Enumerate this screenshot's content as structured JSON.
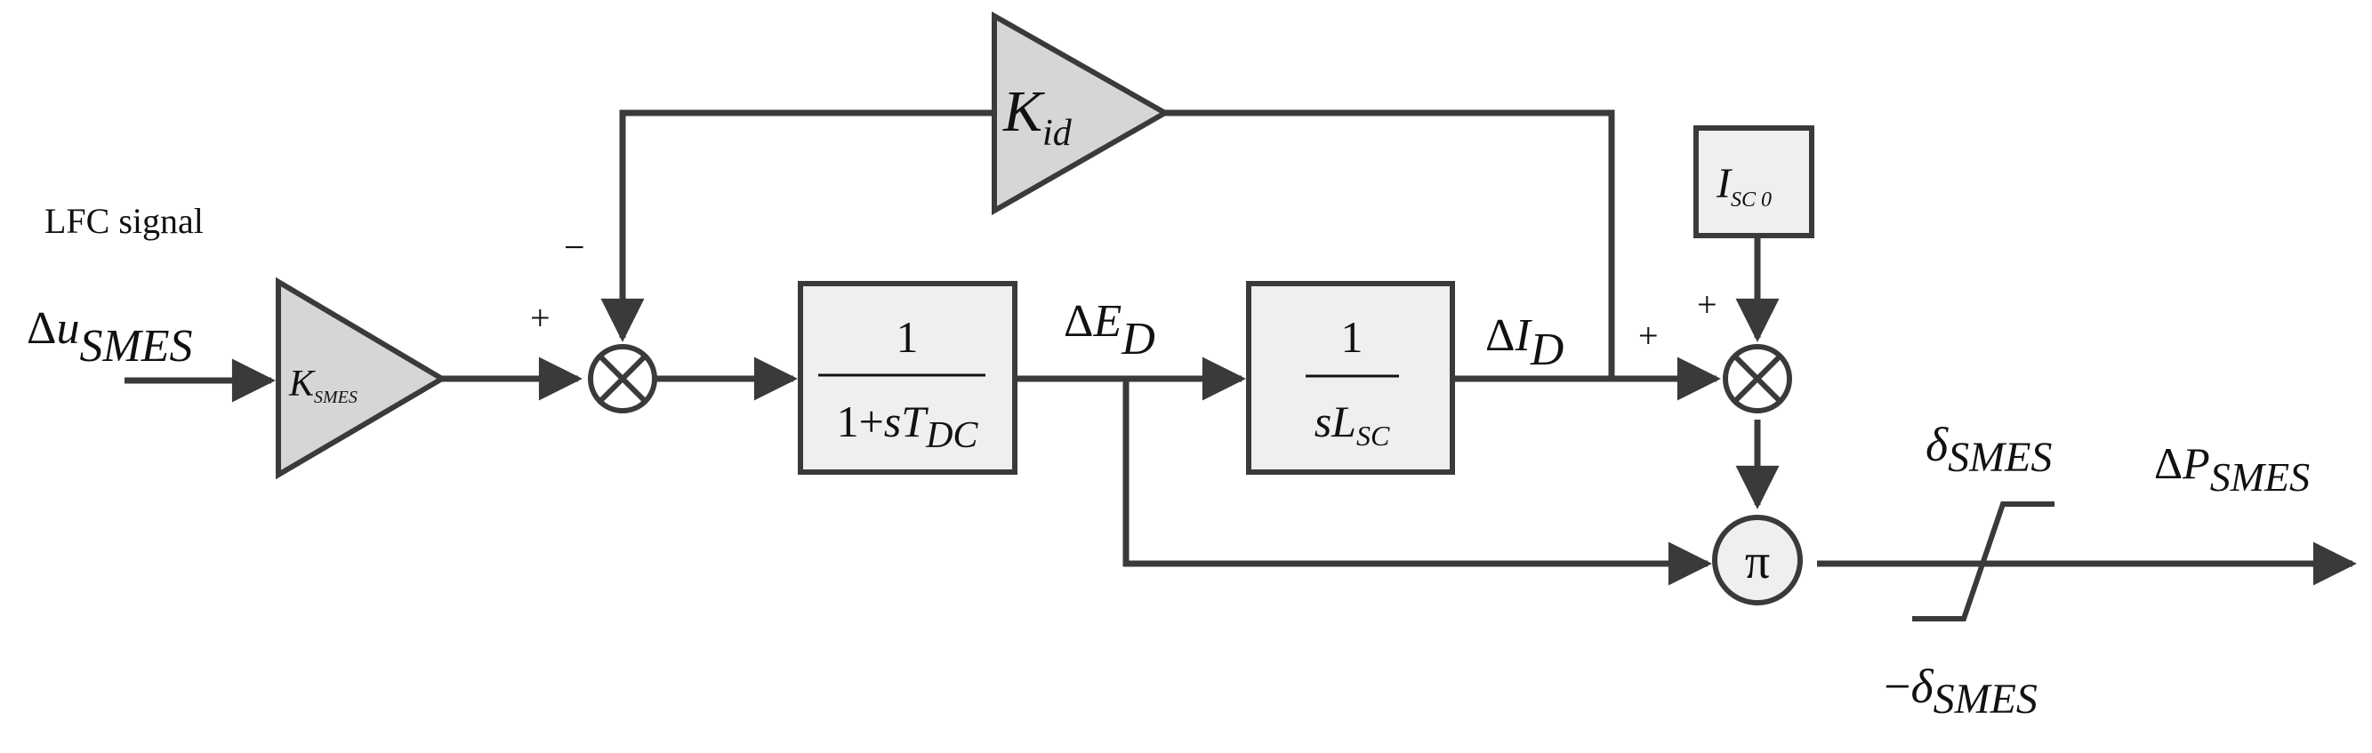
{
  "colors": {
    "line": "#3a3a3a",
    "block_fill": "#efefef",
    "gain_fill": "#d6d6d6",
    "text": "#111111"
  },
  "input": {
    "title": "LFC signal",
    "delta": "Δ",
    "var": "u",
    "sub": "SMES"
  },
  "gain_ksmes": {
    "var": "K",
    "sub": "SMES"
  },
  "gain_kid": {
    "var": "K",
    "sub": "id"
  },
  "summer1": {
    "sign_plus": "+",
    "sign_minus": "−"
  },
  "block_dc": {
    "numerator": "1",
    "den_prefix": "1+",
    "den_s": "s",
    "den_var": "T",
    "den_sub": "DC"
  },
  "signal_ed": {
    "delta": "Δ",
    "var": "E",
    "sub": "D"
  },
  "block_lsc": {
    "numerator": "1",
    "den_s": "s",
    "den_var": "L",
    "den_sub": "SC"
  },
  "signal_id": {
    "delta": "Δ",
    "var": "I",
    "sub": "D"
  },
  "block_isc0": {
    "var": "I",
    "sub": "SC 0"
  },
  "summer2": {
    "sign_left": "+",
    "sign_top": "+"
  },
  "multiplier": {
    "symbol": "π"
  },
  "limiter": {
    "upper_var": "δ",
    "upper_sub": "SMES",
    "lower_minus": "−",
    "lower_var": "δ",
    "lower_sub": "SMES"
  },
  "output": {
    "delta": "Δ",
    "var": "P",
    "sub": "SMES"
  }
}
